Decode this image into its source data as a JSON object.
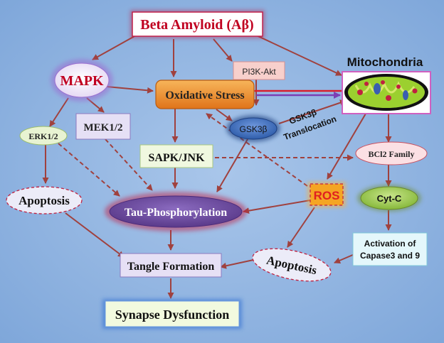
{
  "diagram": {
    "nodes": {
      "beta_amyloid": "Beta Amyloid (Aβ)",
      "mapk": "MAPK",
      "oxidative_stress": "Oxidative Stress",
      "pi3k_akt": "PI3K-Akt",
      "mitochondria": "Mitochondria",
      "mek": "MEK1/2",
      "erk": "ERK1/2",
      "gsk3b": "GSK3β",
      "gsk3b_translocation_line1": "GSK3β",
      "gsk3b_translocation_line2": "Translocation",
      "sapk_jnk": "SAPK/JNK",
      "bcl2": "BCl2 Family",
      "apoptosis_left": "Apoptosis",
      "tau": "Tau-Phosphorylation",
      "ros": "ROS",
      "cytc": "Cyt-C",
      "activation_line1": "Activation of",
      "activation_line2": "Capase3 and 9",
      "tangle": "Tangle Formation",
      "apoptosis_right": "Apoptosis",
      "synapse": "Synapse Dysfunction"
    },
    "colors": {
      "background": "#7FA7DA",
      "arrow": "#A0413E",
      "double_arrow_red": "#D81E2C",
      "double_arrow_purple": "#7B3FB5",
      "title_text": "#C00020",
      "ros_text": "#E02020",
      "oxidative_fill": "#F08A1E",
      "tau_fill": "#6A4A9C",
      "gsk_fill": "#3F72C5",
      "cytc_fill": "#9BCB4C",
      "mito_fill": "#9BD02F"
    }
  }
}
